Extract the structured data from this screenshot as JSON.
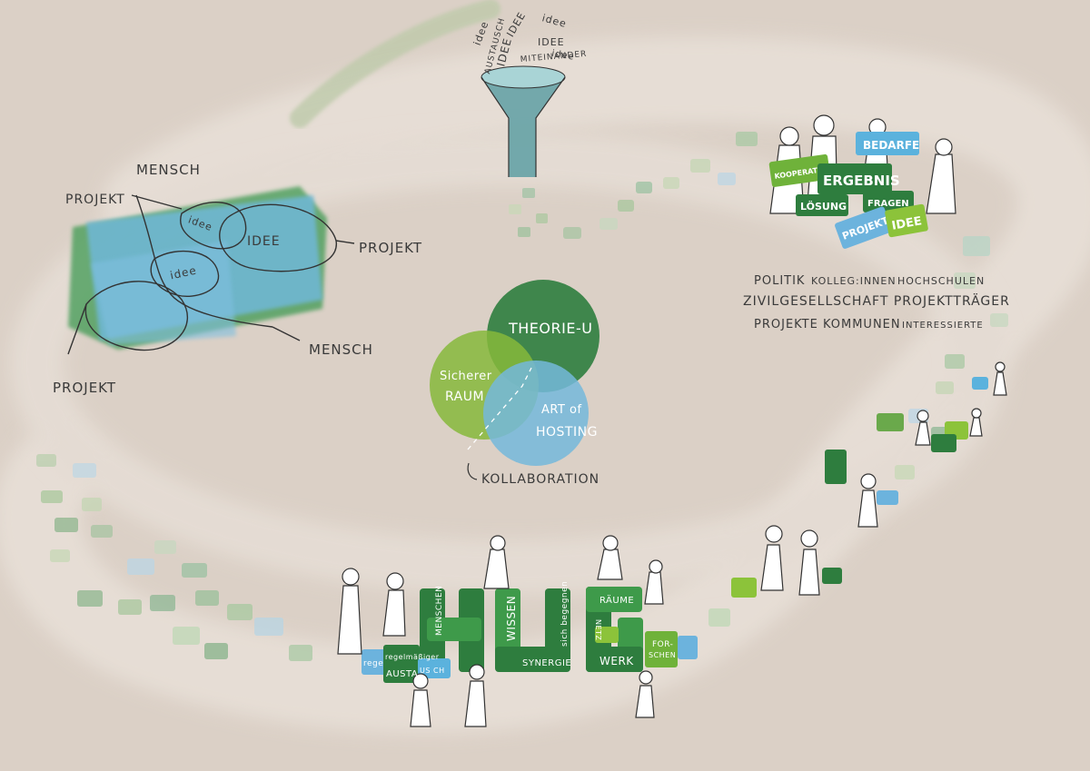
{
  "colors": {
    "background": "#dbd0c6",
    "path": "#e6ddd5",
    "dark_green": "#2e7d3e",
    "mid_green": "#5fa63c",
    "light_green": "#9dc43d",
    "blue": "#78bfe0",
    "ink": "#3a3a3a"
  },
  "cluster_left": {
    "mensch_top": "MENSCH",
    "projekt_topleft": "PROJEKT",
    "idee_small": "idee",
    "idee_big": "IDEE",
    "idee_mid": "idee",
    "projekt_right": "PROJEKT",
    "mensch_right": "MENSCH",
    "projekt_bottom": "PROJEKT"
  },
  "funnel": {
    "words": [
      "idee",
      "IDEE",
      "IDEE",
      "idee",
      "AUSTAUSCH",
      "MITEINANDER",
      "IDEE",
      "idee"
    ]
  },
  "center": {
    "theorie_u": "THEORIE-U",
    "sicherer": "Sicherer",
    "raum": "RAUM",
    "art_of": "ART of",
    "hosting": "HOSTING",
    "kollaboration": "KOLLABORATION"
  },
  "right_cluster": {
    "tags": {
      "bedarfe": "BEDARFE",
      "kooperation": "KOOPERATION",
      "ergebnis": "ERGEBNIS",
      "loesung": "LÖSUNG",
      "fragen": "FRAGEN",
      "projekt": "PROJEKT",
      "idee": "IDEE"
    },
    "stakeholders_line1_a": "POLITIK",
    "stakeholders_line1_b": "KOLLEG:INNEN",
    "stakeholders_line1_c": "HOCHSCHULEN",
    "stakeholders_line2": "ZIVILGESELLSCHAFT PROJEKTTRÄGER",
    "stakeholders_line3_a": "PROJEKTE KOMMUNEN",
    "stakeholders_line3_b": "INTERESSIERTE"
  },
  "hub": {
    "menschen": "MENSCHEN",
    "wissen": "WISSEN",
    "sich_begegnen": "sich begegnen",
    "synergie": "SYNERGIE",
    "raeume": "RÄUME",
    "netz": "NETZ",
    "werk": "WERK",
    "forschen_a": "FOR-",
    "forschen_b": "SCHEN",
    "regelmaessiger": "regelmäßiger",
    "rege": "rege",
    "austa": "AUSTA",
    "usch": "US CH"
  }
}
